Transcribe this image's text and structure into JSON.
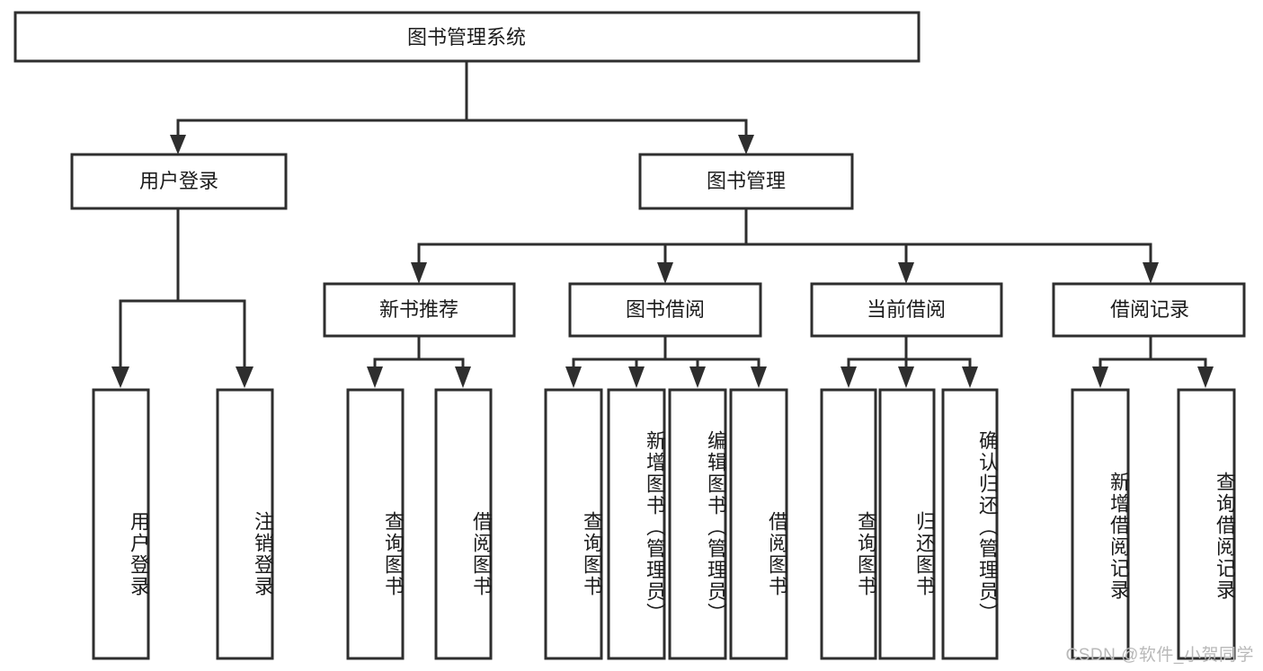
{
  "diagram": {
    "type": "tree-hierarchy-chart",
    "title": "图书管理系统",
    "orientation": "top-down",
    "colors": {
      "node_fill": "#ffffff",
      "node_stroke": "#2e2e2e",
      "text": "#1c1c1c",
      "watermark": "#b9b9b9",
      "background": "#ffffff"
    },
    "root": {
      "label": "图书管理系统"
    },
    "level1": [
      {
        "label": "用户登录"
      },
      {
        "label": "图书管理"
      }
    ],
    "level2": [
      {
        "label": "新书推荐"
      },
      {
        "label": "图书借阅"
      },
      {
        "label": "当前借阅"
      },
      {
        "label": "借阅记录"
      }
    ],
    "leaves": {
      "user_login": [
        {
          "label": "用户登录"
        },
        {
          "label": "注销登录"
        }
      ],
      "new_book_recommend": [
        {
          "label": "查询图书"
        },
        {
          "label": "借阅图书"
        }
      ],
      "book_borrow": [
        {
          "label": "查询图书"
        },
        {
          "label": "新增图书（管理员）"
        },
        {
          "label": "编辑图书（管理员）"
        },
        {
          "label": "借阅图书"
        }
      ],
      "current_borrow": [
        {
          "label": "查询图书"
        },
        {
          "label": "归还图书"
        },
        {
          "label": "确认归还（管理员）"
        }
      ],
      "borrow_record": [
        {
          "label": "新增借阅记录"
        },
        {
          "label": "查询借阅记录"
        }
      ]
    }
  },
  "watermark": {
    "text": "CSDN @软件_小贺同学"
  }
}
